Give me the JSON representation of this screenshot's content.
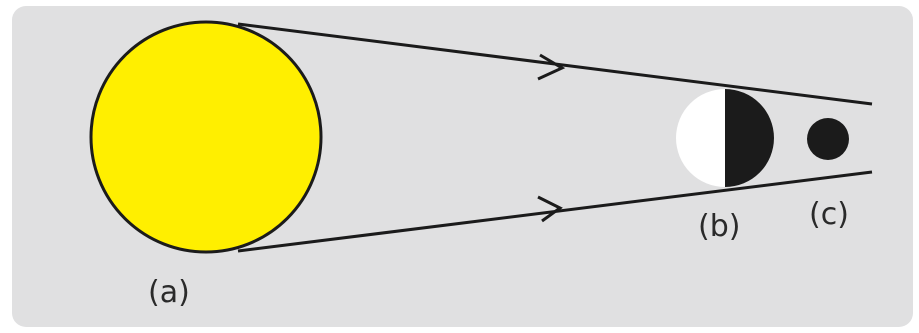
{
  "labels": {
    "a": "(a)",
    "b": "(b)",
    "c": "(c)"
  },
  "colors": {
    "panel": "#e0e0e1",
    "sun_fill": "#ffef00",
    "outline": "#1b1b1b",
    "lit_half": "#ffffff",
    "dark_half": "#1b1b1b"
  }
}
